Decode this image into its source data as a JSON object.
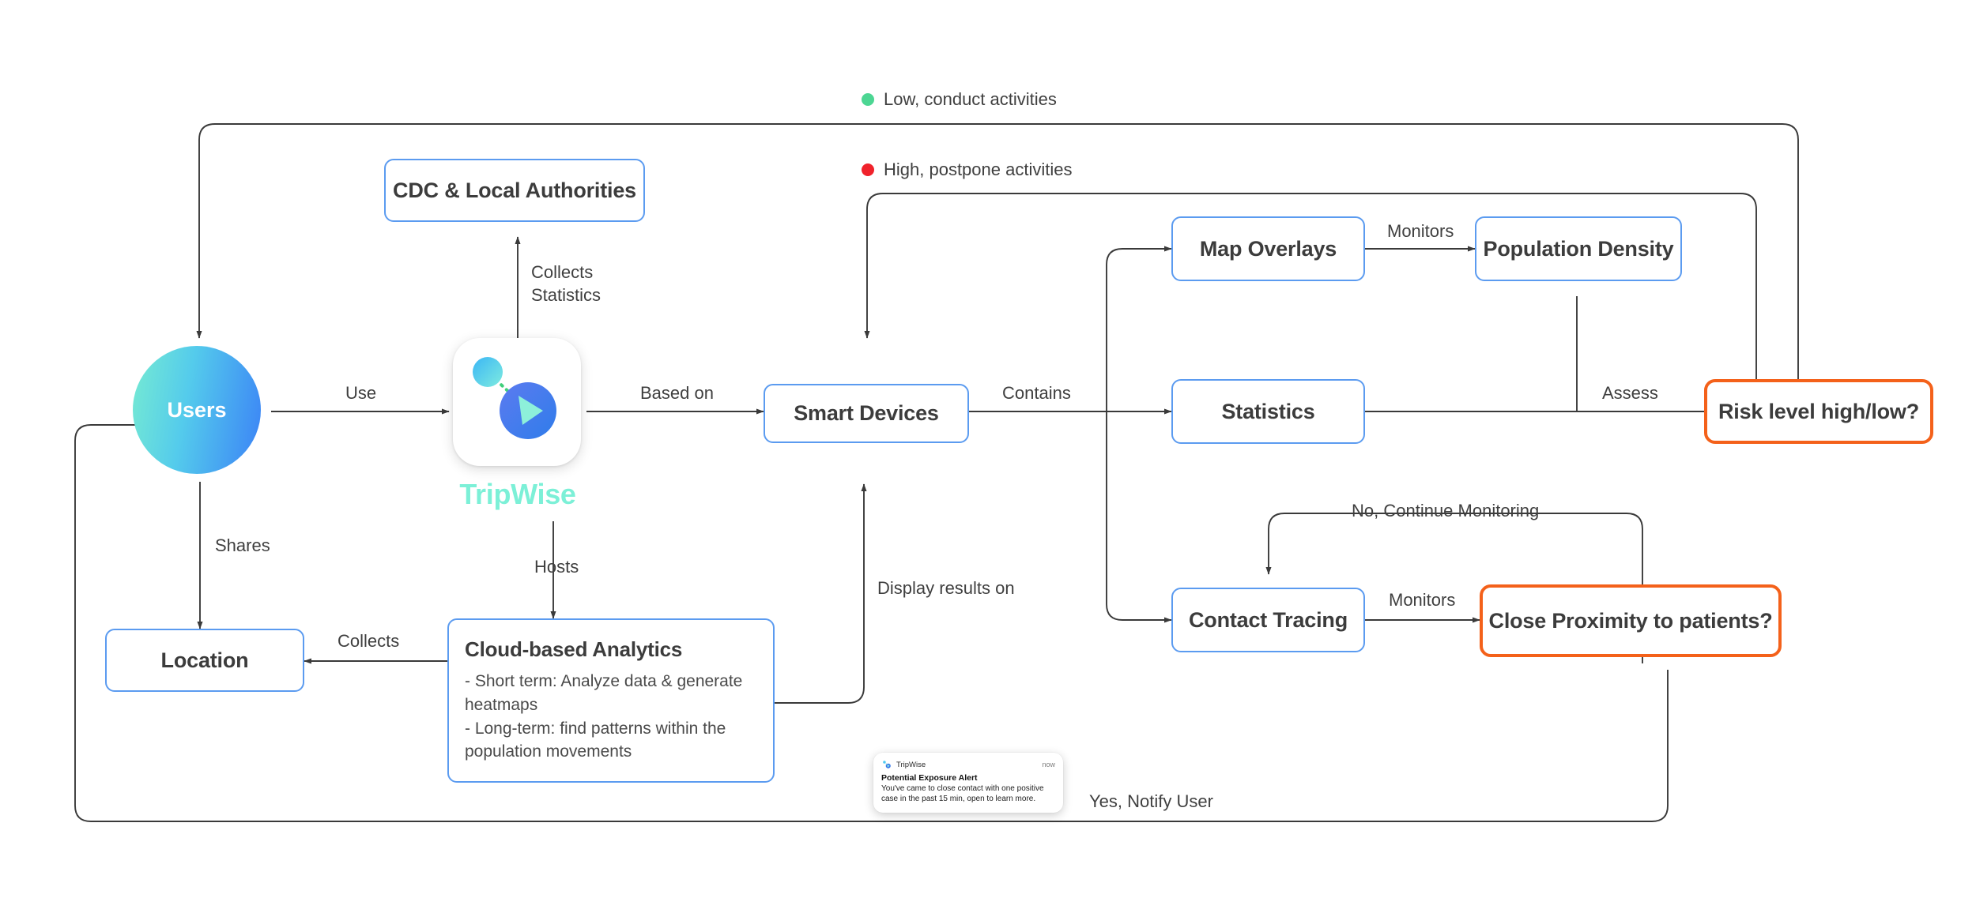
{
  "legend": [
    {
      "label": "Low, conduct activities",
      "color": "#4CD693",
      "dot_name": "green-dot-icon"
    },
    {
      "label": "High, postpone activities",
      "color": "#F0222B",
      "dot_name": "red-dot-icon"
    }
  ],
  "nodes": {
    "cdc": {
      "label": "CDC & Local Authorities",
      "type": "process",
      "border": "#5B9BF0"
    },
    "users": {
      "label": "Users",
      "type": "actor"
    },
    "tripwise": {
      "label": "TripWise",
      "type": "app-icon",
      "color": "#7CF0D7"
    },
    "smart_devices": {
      "label": "Smart Devices",
      "type": "process",
      "border": "#5B9BF0"
    },
    "location": {
      "label": "Location",
      "type": "process",
      "border": "#5B9BF0"
    },
    "cloud": {
      "label": "Cloud-based Analytics",
      "type": "process",
      "border": "#5B9BF0",
      "lines": [
        "- Short term: Analyze data & generate heatmaps",
        "- Long-term: find patterns within the population movements"
      ]
    },
    "map_overlays": {
      "label": "Map Overlays",
      "type": "process",
      "border": "#5B9BF0"
    },
    "population_density": {
      "label": "Population Density",
      "type": "process",
      "border": "#5B9BF0"
    },
    "statistics": {
      "label": "Statistics",
      "type": "process",
      "border": "#5B9BF0"
    },
    "contact_tracing": {
      "label": "Contact Tracing",
      "type": "process",
      "border": "#5B9BF0"
    },
    "risk_level": {
      "label": "Risk level high/low?",
      "type": "decision",
      "border": "#F4611A"
    },
    "close_proximity": {
      "label": "Close Proximity to patients?",
      "type": "decision",
      "border": "#F4611A"
    }
  },
  "edge_labels": {
    "use": "Use",
    "collects_statistics": "Collects\nStatistics",
    "based_on": "Based on",
    "contains": "Contains",
    "shares": "Shares",
    "hosts": "Hosts",
    "collects": "Collects",
    "display_results_on": "Display results on",
    "monitors_density": "Monitors",
    "assess": "Assess",
    "monitors_proximity": "Monitors",
    "no_continue_monitoring": "No, Continue Monitoring",
    "yes_notify_user": "Yes, Notify User"
  },
  "toast": {
    "app": "TripWise",
    "time": "now",
    "title": "Potential Exposure Alert",
    "body": "You've came to close contact with one positive case in the past 15 min, open to learn more."
  },
  "colors": {
    "node_blue": "#5B9BF0",
    "decision_orange": "#F4611A",
    "wire": "#3a3a3a",
    "brand_mint": "#7CF0D7"
  }
}
